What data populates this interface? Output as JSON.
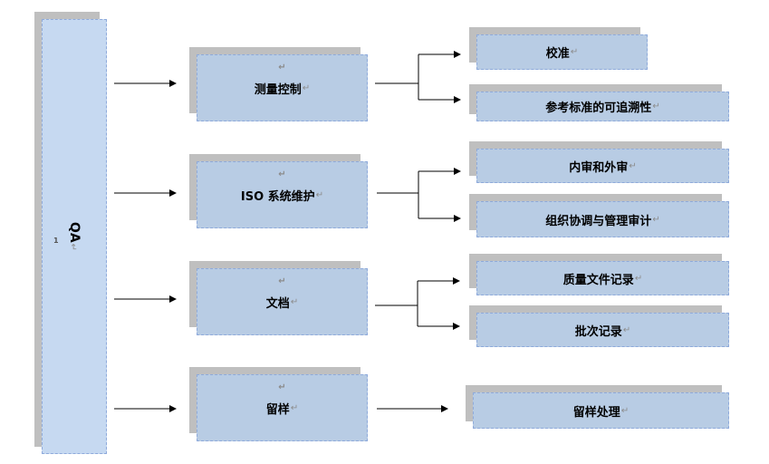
{
  "root": {
    "label": "QA"
  },
  "marks": {
    "paragraph": "↵"
  },
  "groups": [
    {
      "label": "测量控制",
      "children": [
        "校准",
        "参考标准的可追溯性"
      ]
    },
    {
      "label": "ISO 系统维护",
      "children": [
        "内审和外审",
        "组织协调与管理审计"
      ]
    },
    {
      "label": "文档",
      "children": [
        "质量文件记录",
        "批次记录"
      ]
    },
    {
      "label": "留样",
      "children": [
        "留样处理"
      ]
    }
  ],
  "colors": {
    "box_fill": "#b8cce4",
    "root_fill": "#c6d9f1",
    "shadow": "#bfbfbf",
    "border": "#8eaadb",
    "arrow": "#000000"
  }
}
